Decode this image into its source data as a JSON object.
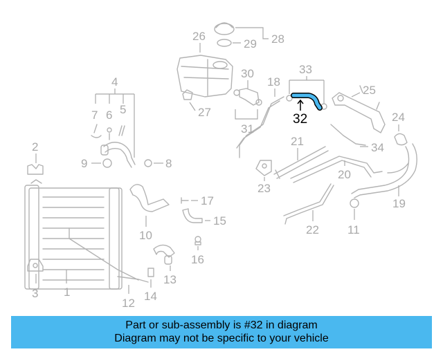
{
  "diagram": {
    "labels": {
      "l1": "1",
      "l2": "2",
      "l3": "3",
      "l4": "4",
      "l5": "5",
      "l6": "6",
      "l7": "7",
      "l8": "8",
      "l9": "9",
      "l10": "10",
      "l11": "11",
      "l12": "12",
      "l13": "13",
      "l14": "14",
      "l15": "15",
      "l16": "16",
      "l17": "17",
      "l18": "18",
      "l19": "19",
      "l20": "20",
      "l21": "21",
      "l22": "22",
      "l23": "23",
      "l24": "24",
      "l25": "25",
      "l26": "26",
      "l27": "27",
      "l28": "28",
      "l29": "29",
      "l30": "30",
      "l31": "31",
      "l32": "32",
      "l33": "33",
      "l34": "34"
    },
    "highlighted_part": "32",
    "highlight_color": "#4ab8ef",
    "line_color": "#b3b3b3"
  },
  "banner": {
    "line1": "Part or sub-assembly is #32 in diagram",
    "line2": "Diagram may not be specific to your vehicle",
    "background": "#4ab8ef"
  }
}
